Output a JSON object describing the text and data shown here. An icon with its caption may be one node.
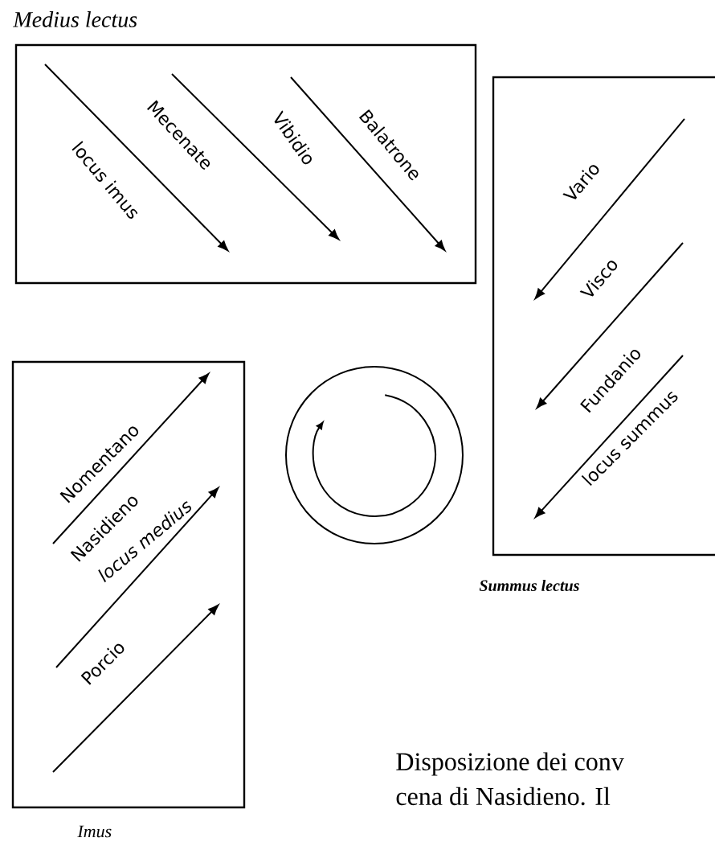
{
  "diagram": {
    "nodes": [
      {
        "text": [
          "Medius lectus"
        ]
      },
      {
        "text": [
          "Summus lectus"
        ]
      },
      {
        "text": [
          "Imus"
        ]
      },
      {
        "text": [],
        "shape": "circle"
      }
    ],
    "labels": [
      "locus imus",
      "Mecenate",
      "Vibidio",
      "Balatrone",
      "Vario",
      "Visco",
      "Fundanio",
      "Nomentano",
      "locus summus",
      "Nasidieno",
      "locus medius",
      "Porcio",
      "Disposizione dei conv",
      "cena di Nasidieno. Il"
    ]
  }
}
